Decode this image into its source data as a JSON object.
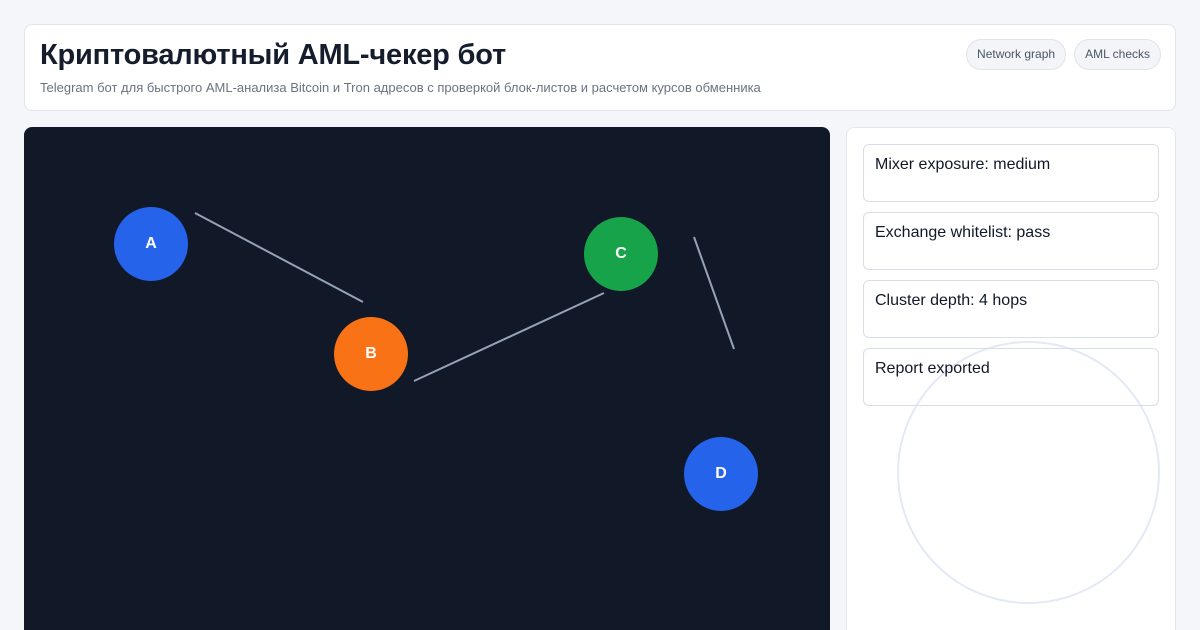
{
  "header": {
    "title": "Криптовалютный AML-чекер бот",
    "subtitle": "Telegram бот для быстрого AML-анализа Bitcoin и Tron адресов с проверкой блок-листов и расчетом курсов обменника",
    "tags": [
      "Network graph",
      "AML checks"
    ]
  },
  "graph": {
    "nodes": [
      {
        "label": "A",
        "color": "#2563eb"
      },
      {
        "label": "B",
        "color": "#f97316"
      },
      {
        "label": "C",
        "color": "#16a34a"
      },
      {
        "label": "D",
        "color": "#2563eb"
      }
    ],
    "edges": [
      [
        "A",
        "B"
      ],
      [
        "B",
        "C"
      ],
      [
        "C",
        "D"
      ]
    ],
    "background": "#111827",
    "edge_color": "#94a3b8"
  },
  "panel": {
    "checks": [
      {
        "text": "Mixer exposure: medium"
      },
      {
        "text": "Exchange whitelist: pass"
      },
      {
        "text": "Cluster depth: 4 hops"
      },
      {
        "text": "Report exported"
      }
    ]
  }
}
